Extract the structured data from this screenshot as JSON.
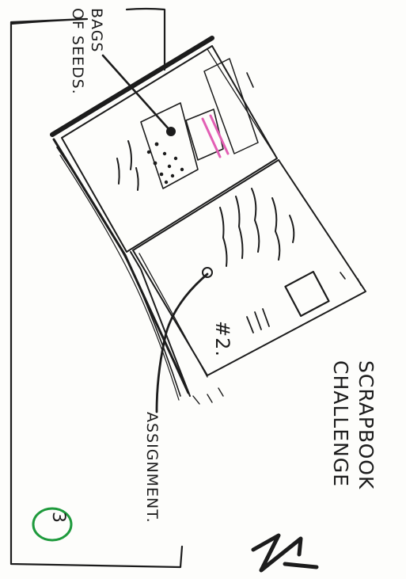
{
  "labels": {
    "bags_of_seeds": "BAGS\nOF SEEDS.",
    "assignment": "ASSIGNMENT.",
    "title": "SCRAPBOOK\nCHALLENGE",
    "page_number": "#2.",
    "badge_number": "3"
  },
  "colors": {
    "ink": "#1c1c1c",
    "highlight": "#e25fb4",
    "badge": "#1e9a3c"
  }
}
